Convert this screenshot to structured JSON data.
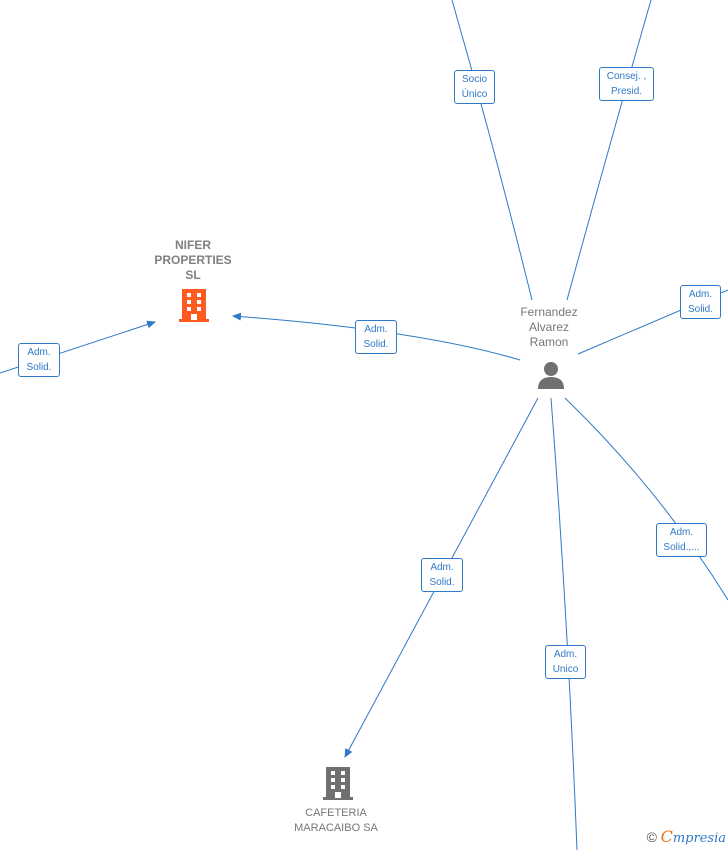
{
  "nodes": {
    "nifer": {
      "label_lines": [
        "NIFER",
        "PROPERTIES",
        "SL"
      ],
      "color": "#ff5a1f",
      "icon": "building-icon"
    },
    "person": {
      "label_lines": [
        "Fernandez",
        "Alvarez",
        "Ramon"
      ],
      "color": "#707070",
      "icon": "person-icon"
    },
    "cafeteria": {
      "label_lines": [
        "CAFETERIA",
        "MARACAIBO SA"
      ],
      "color": "#707070",
      "icon": "building-icon"
    }
  },
  "relations": {
    "socio_unico": [
      "Socio",
      "Único"
    ],
    "consej_presid": [
      "Consej. ,",
      "Presid."
    ],
    "adm_solid_nifer": [
      "Adm.",
      "Solid."
    ],
    "adm_solid_left": [
      "Adm.",
      "Solid."
    ],
    "adm_solid_right": [
      "Adm.",
      "Solid."
    ],
    "adm_solid_dots": [
      "Adm.",
      "Solid.,..."
    ],
    "adm_solid_cafeteria": [
      "Adm.",
      "Solid."
    ],
    "adm_unico": [
      "Adm.",
      "Unico"
    ]
  },
  "brand": {
    "copyright": "©",
    "initial": "C",
    "name": "mpresia"
  },
  "colors": {
    "edge": "#2f79c8",
    "accent": "#ff5a1f",
    "node_gray": "#707070"
  }
}
